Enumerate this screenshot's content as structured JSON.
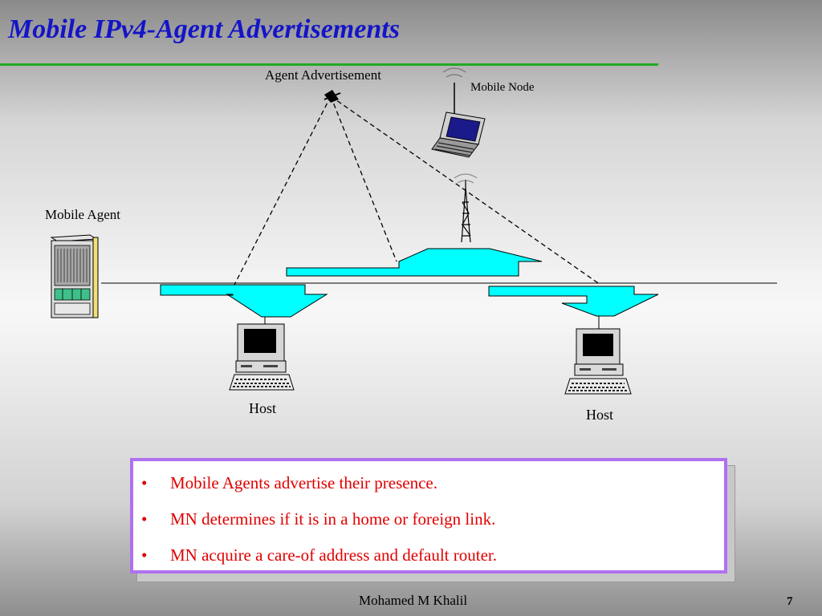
{
  "slide": {
    "title": "Mobile IPv4-Agent Advertisements",
    "footer_author": "Mohamed M Khalil",
    "page_number": "7"
  },
  "diagram": {
    "labels": {
      "agent_advertisement": "Agent Advertisement",
      "mobile_node": "Mobile Node",
      "mobile_agent": "Mobile Agent",
      "host_left": "Host",
      "host_right": "Host"
    },
    "colors": {
      "arrow_fill": "#00ffff",
      "title": "#1414c8",
      "title_rule": "#22aa22",
      "bullet_text": "#e00000",
      "box_border": "#b070f0"
    },
    "icons": [
      "satellite-icon",
      "laptop-icon",
      "antenna-tower-icon",
      "router-rack-icon",
      "desktop-computer-icon"
    ]
  },
  "bullets": {
    "marker": "•",
    "items": [
      "Mobile Agents advertise their presence.",
      "MN determines if it is in a home or foreign link.",
      "MN acquire a care-of address and default router."
    ]
  }
}
